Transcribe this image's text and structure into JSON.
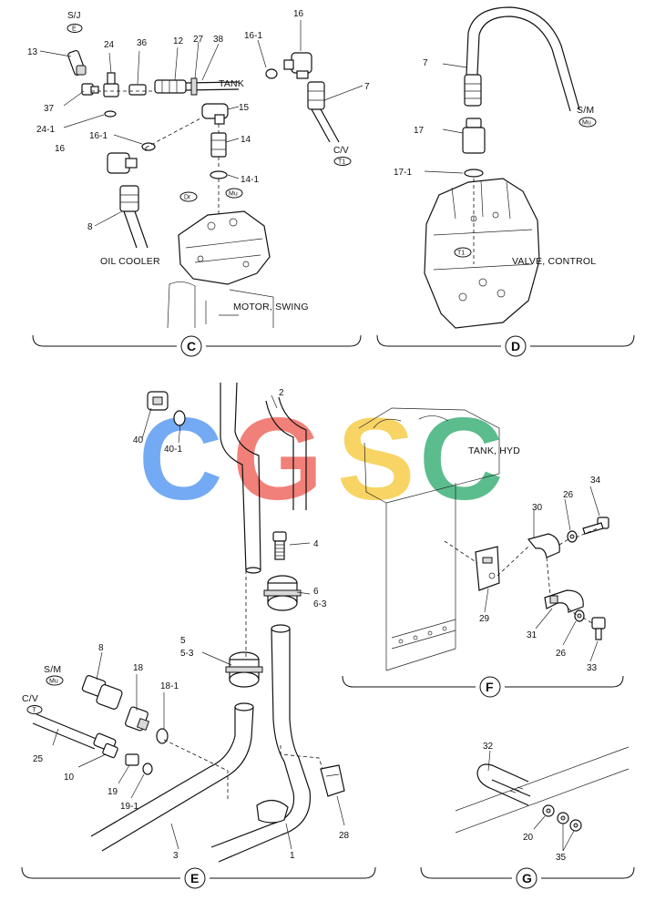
{
  "watermark": {
    "letters": [
      "C",
      "G",
      "S",
      "C"
    ],
    "colors": [
      "#5b9cf2",
      "#ef6b62",
      "#f6cd49",
      "#3fb17b"
    ]
  },
  "sections": {
    "C": {
      "name": "C",
      "captions": [
        "TANK",
        "OIL COOLER",
        "MOTOR, SWING"
      ],
      "tags": [
        "E",
        "T1",
        "Dr",
        "Mu"
      ],
      "callouts": [
        "S/J",
        "13",
        "24",
        "36",
        "12",
        "27",
        "38",
        "16-1",
        "16",
        "37",
        "15",
        "24-1",
        "16-1",
        "14",
        "7",
        "C/V",
        "16",
        "14-1",
        "8"
      ]
    },
    "D": {
      "name": "D",
      "captions": [
        "S/M",
        "VALVE, CONTROL"
      ],
      "tags": [
        "Mu",
        "T1"
      ],
      "callouts": [
        "7",
        "17",
        "17-1"
      ]
    },
    "E": {
      "name": "E",
      "captions": [
        "S/M",
        "C/V"
      ],
      "tags": [
        "Mu",
        "T"
      ],
      "callouts": [
        "2",
        "40",
        "40-1",
        "4",
        "6",
        "6-3",
        "5",
        "5-3",
        "8",
        "18",
        "18-1",
        "25",
        "10",
        "19",
        "19-1",
        "28",
        "3",
        "1"
      ]
    },
    "F": {
      "name": "F",
      "captions": [
        "TANK, HYD"
      ],
      "callouts": [
        "34",
        "30",
        "26",
        "29",
        "31",
        "26",
        "33"
      ]
    },
    "G": {
      "name": "G",
      "callouts": [
        "32",
        "20",
        "35"
      ]
    }
  }
}
